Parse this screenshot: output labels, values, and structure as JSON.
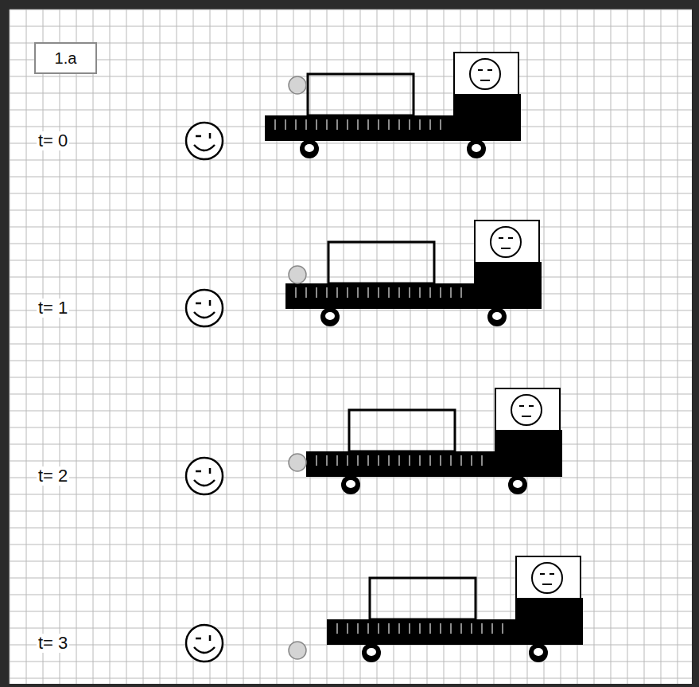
{
  "diagram": {
    "nodes": [
      {
        "text": [
          "1.a"
        ]
      }
    ],
    "labels": [
      "t= 0",
      "t= 1",
      "t= 2",
      "t= 3"
    ]
  }
}
